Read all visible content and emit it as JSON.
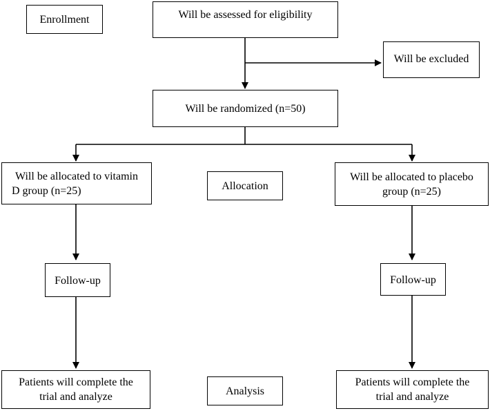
{
  "stages": {
    "enrollment": "Enrollment",
    "allocation": "Allocation",
    "analysis": "Analysis"
  },
  "flow": {
    "eligibility": "Will be assessed for eligibility",
    "excluded": "Will be excluded",
    "randomized": "Will be randomized (n=50)",
    "vitamin_d_group": {
      "line1": "Will be allocated to vitamin",
      "line2": "D group (n=25)"
    },
    "placebo_group": {
      "line1": "Will be allocated to placebo",
      "line2": "group (n=25)"
    },
    "followup_left": "Follow-up",
    "followup_right": "Follow-up",
    "complete_left": {
      "line1": "Patients will complete the",
      "line2": "trial and analyze"
    },
    "complete_right": {
      "line1": "Patients will complete the",
      "line2": "trial and analyze"
    }
  },
  "colors": {
    "line": "#000000",
    "box_border": "#000000",
    "background": "#ffffff"
  }
}
